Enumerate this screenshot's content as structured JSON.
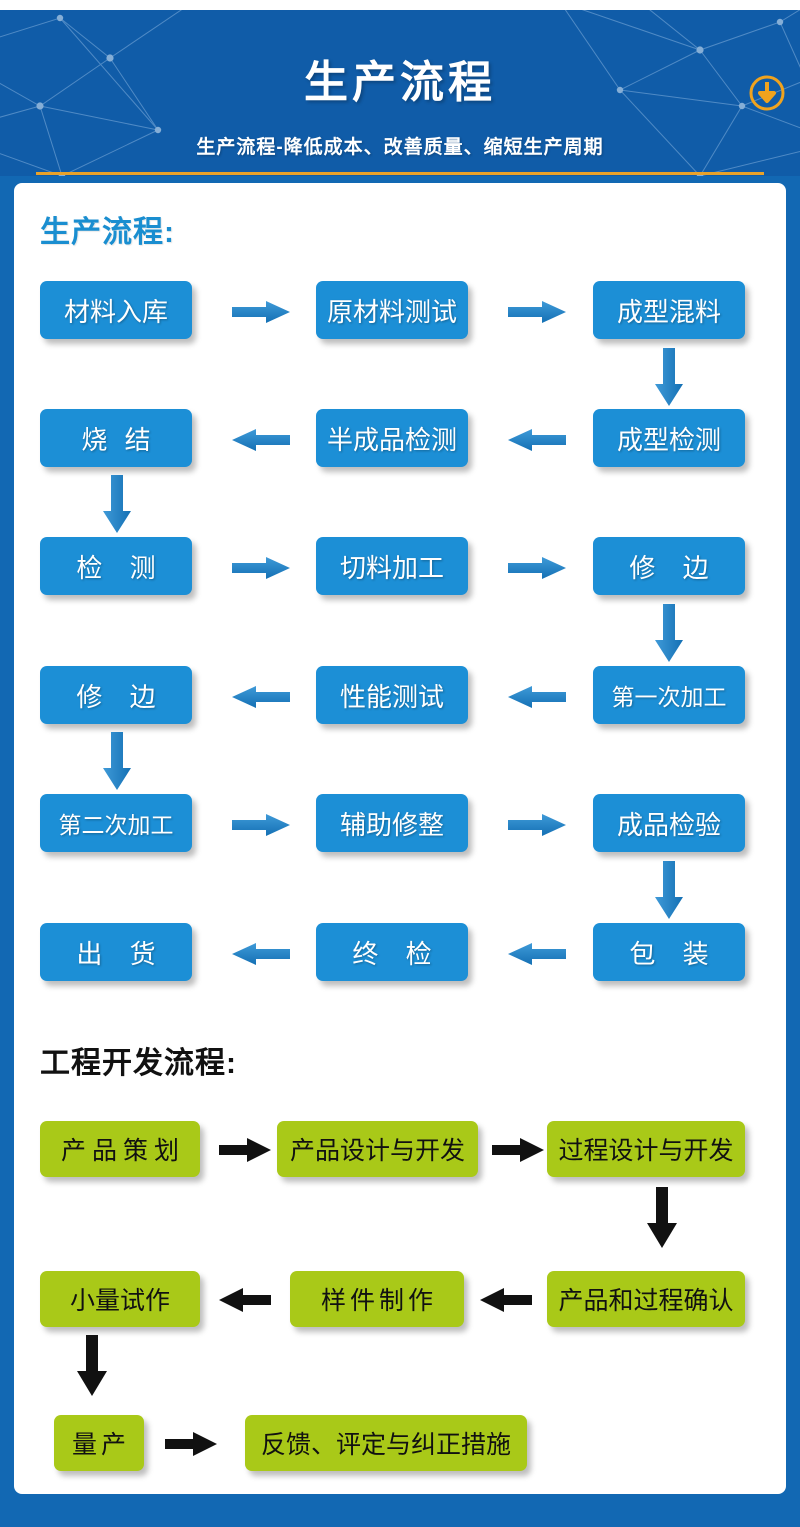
{
  "header": {
    "title": "生产流程",
    "subtitle": "生产流程-降低成本、改善质量、缩短生产周期",
    "download_icon": "download-circle-icon",
    "bg_color": "#105ca8",
    "divider_color": "#e8a22a",
    "icon_color": "#f0a31e"
  },
  "theme": {
    "page_bg": "#1268b3",
    "card_bg": "#ffffff",
    "blue_node": "#1c8fd6",
    "green_node": "#a9c918",
    "blue_heading": "#1a8ed0",
    "dark_heading": "#111111",
    "blue_arrow": "#1c7fc0",
    "black_arrow": "#111111"
  },
  "sections": [
    {
      "id": "production",
      "heading": "生产流程:",
      "heading_color": "#1a8ed0",
      "node_color": "#1c8fd6",
      "arrow_color": "#1c7fc0",
      "rows": [
        {
          "direction": "ltr",
          "nodes": [
            "材料入库",
            "原材料测试",
            "成型混料"
          ]
        },
        {
          "direction": "rtl",
          "nodes": [
            "烧 结",
            "半成品检测",
            "成型检测"
          ]
        },
        {
          "direction": "ltr",
          "nodes": [
            "检 测",
            "切料加工",
            "修 边"
          ]
        },
        {
          "direction": "rtl",
          "nodes": [
            "修 边",
            "性能测试",
            "第一次加工"
          ]
        },
        {
          "direction": "ltr",
          "nodes": [
            "第二次加工",
            "辅助修整",
            "成品检验"
          ]
        },
        {
          "direction": "rtl",
          "nodes": [
            "出 货",
            "终 检",
            "包 装"
          ]
        }
      ]
    },
    {
      "id": "engineering",
      "heading": "工程开发流程:",
      "heading_color": "#111111",
      "node_color": "#a9c918",
      "arrow_color": "#111111",
      "rows": [
        {
          "direction": "ltr",
          "nodes": [
            "产品策划",
            "产品设计与开发",
            "过程设计与开发"
          ]
        },
        {
          "direction": "rtl",
          "nodes": [
            "小量试作",
            "样件制作",
            "产品和过程确认"
          ]
        },
        {
          "direction": "ltr",
          "nodes": [
            "量产",
            "反馈、评定与纠正措施"
          ]
        }
      ]
    }
  ],
  "nodes": {
    "p1c1": "材料入库",
    "p1c2": "原材料测试",
    "p1c3": "成型混料",
    "p2c1": "烧 结",
    "p2c2": "半成品检测",
    "p2c3": "成型检测",
    "p3c1": "检 测",
    "p3c2": "切料加工",
    "p3c3": "修 边",
    "p4c1": "修 边",
    "p4c2": "性能测试",
    "p4c3": "第一次加工",
    "p5c1": "第二次加工",
    "p5c2": "辅助修整",
    "p5c3": "成品检验",
    "p6c1": "出 货",
    "p6c2": "终 检",
    "p6c3": "包 装",
    "e1c1": "产品策划",
    "e1c2": "产品设计与开发",
    "e1c3": "过程设计与开发",
    "e2c1": "小量试作",
    "e2c2": "样件制作",
    "e2c3": "产品和过程确认",
    "e3c1": "量产",
    "e3c2": "反馈、评定与纠正措施"
  },
  "headings": {
    "production": "生产流程:",
    "engineering": "工程开发流程:"
  }
}
